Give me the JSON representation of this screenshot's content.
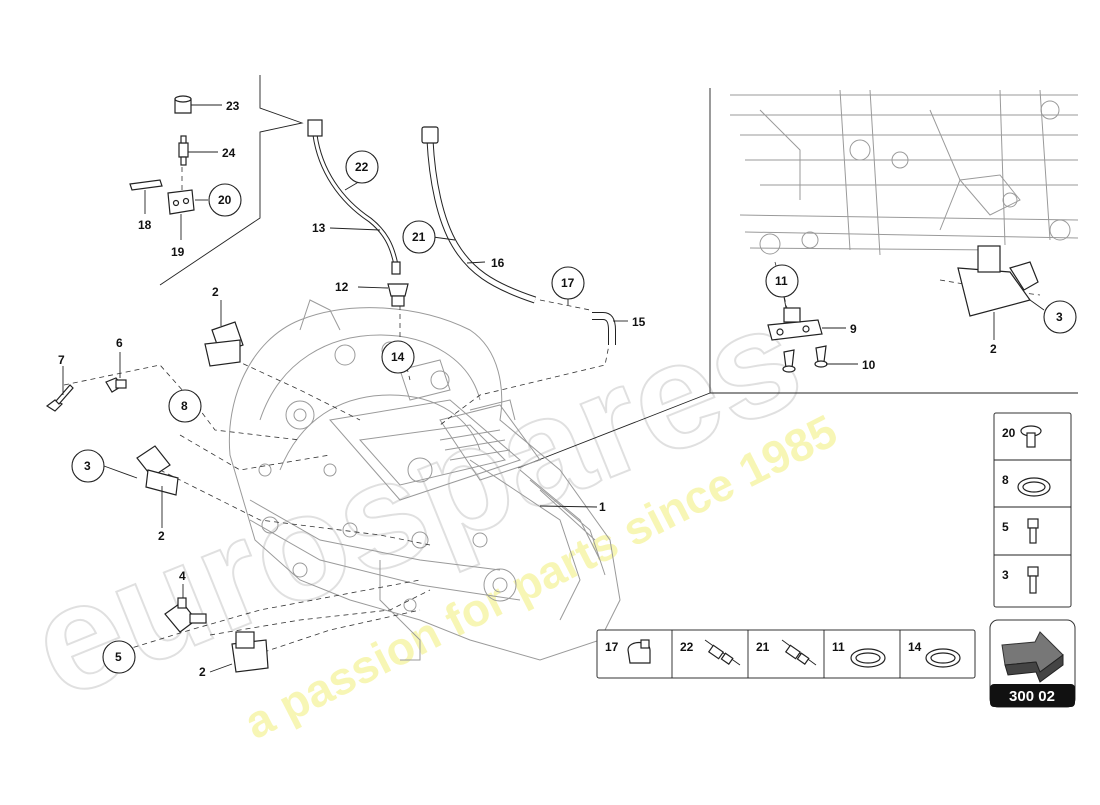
{
  "watermark": {
    "logo": "eurospares",
    "tagline": "a passion for parts since 1985"
  },
  "diagram_code": "300 02",
  "labels": {
    "n1": "1",
    "n2a": "2",
    "n2b": "2",
    "n2c": "2",
    "n2d": "2",
    "n3a": "3",
    "n3b": "3",
    "n4": "4",
    "n5": "5",
    "n6": "6",
    "n7": "7",
    "n8": "8",
    "n9": "9",
    "n10": "10",
    "n11": "11",
    "n12": "12",
    "n13": "13",
    "n14": "14",
    "n15": "15",
    "n16": "16",
    "n17": "17",
    "n18": "18",
    "n19": "19",
    "n20": "20",
    "n21": "21",
    "n22": "22",
    "n23": "23",
    "n24": "24"
  },
  "legend_right": [
    "20",
    "8",
    "5",
    "3"
  ],
  "legend_bottom": [
    "17",
    "22",
    "21",
    "11",
    "14"
  ]
}
